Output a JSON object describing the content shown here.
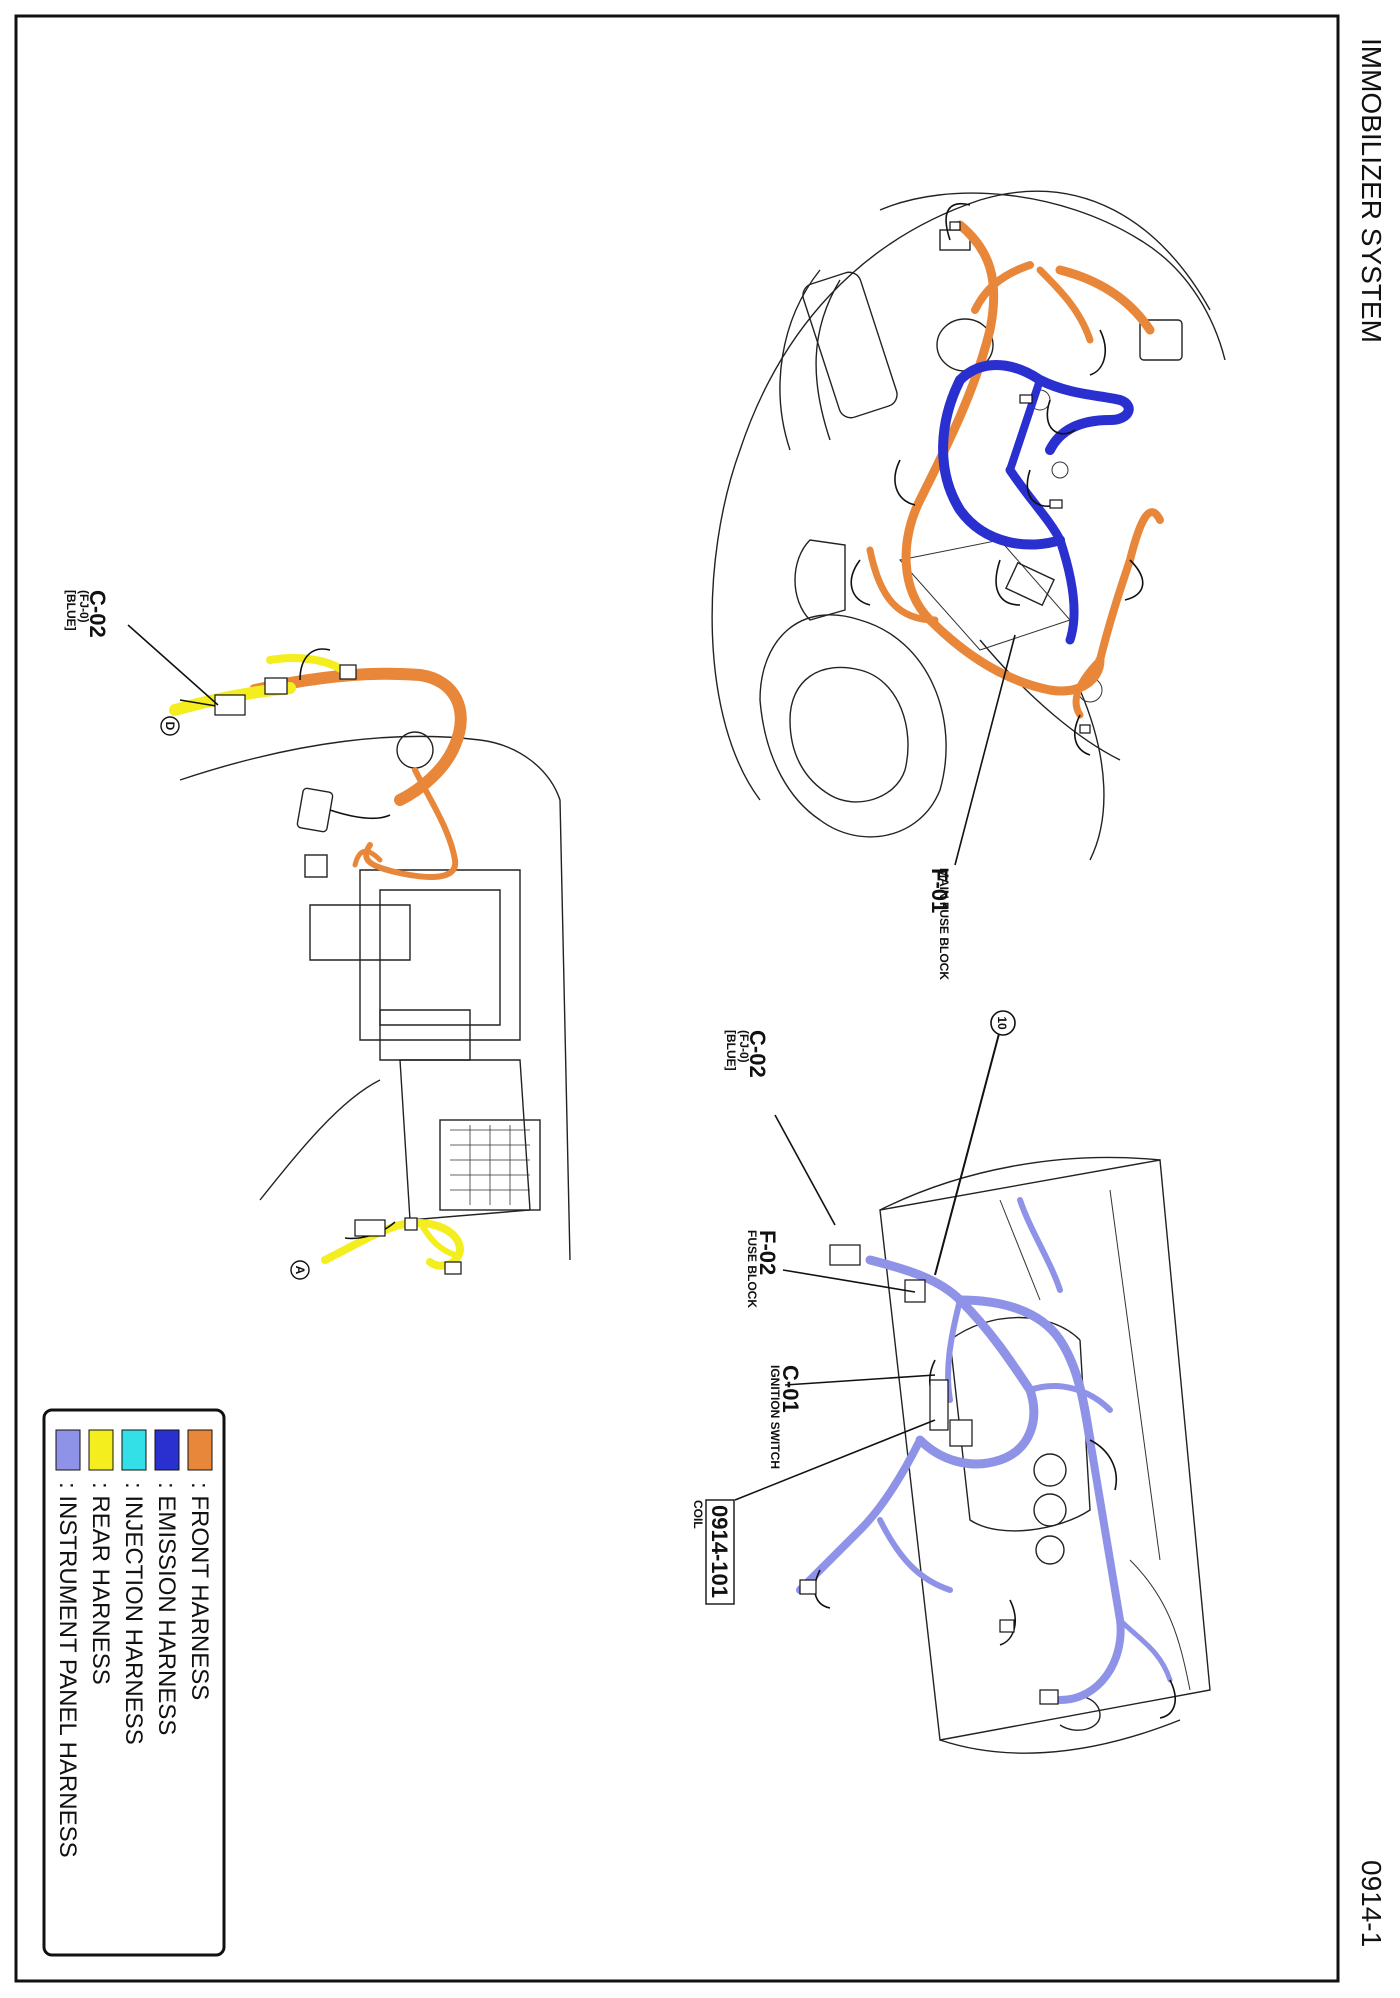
{
  "page": {
    "title": "IMMOBILIZER SYSTEM",
    "page_number": "0914-1"
  },
  "colors": {
    "front": "#e8873a",
    "emission": "#2a2fd0",
    "injection": "#33e0e8",
    "rear": "#f4ee1e",
    "instrument": "#8f93e8"
  },
  "callouts": {
    "engine_fuse": {
      "code": "F-01",
      "desc": "MAIN FUSE BLOCK"
    },
    "left_conn": {
      "code": "C-02",
      "sub1": "(FJ-0)",
      "sub2": "[BLUE]"
    },
    "panel_conn": {
      "code": "C-02",
      "sub1": "(FJ-0)",
      "sub2": "[BLUE]"
    },
    "panel_fuse": {
      "code": "F-02",
      "desc": "FUSE BLOCK"
    },
    "ignition": {
      "code": "C-01",
      "desc": "IGNITION SWITCH"
    },
    "coil": {
      "code": "0914-101",
      "desc": "COIL"
    },
    "circle_10": "10",
    "circle_d": "D",
    "circle_a": "A"
  },
  "legend": [
    {
      "label": ": FRONT HARNESS",
      "color": "#e8873a"
    },
    {
      "label": ": EMISSION HARNESS",
      "color": "#2a2fd0"
    },
    {
      "label": ": INJECTION HARNESS",
      "color": "#33e0e8"
    },
    {
      "label": ": REAR HARNESS",
      "color": "#f4ee1e"
    },
    {
      "label": ": INSTRUMENT PANEL HARNESS",
      "color": "#8f93e8"
    }
  ]
}
